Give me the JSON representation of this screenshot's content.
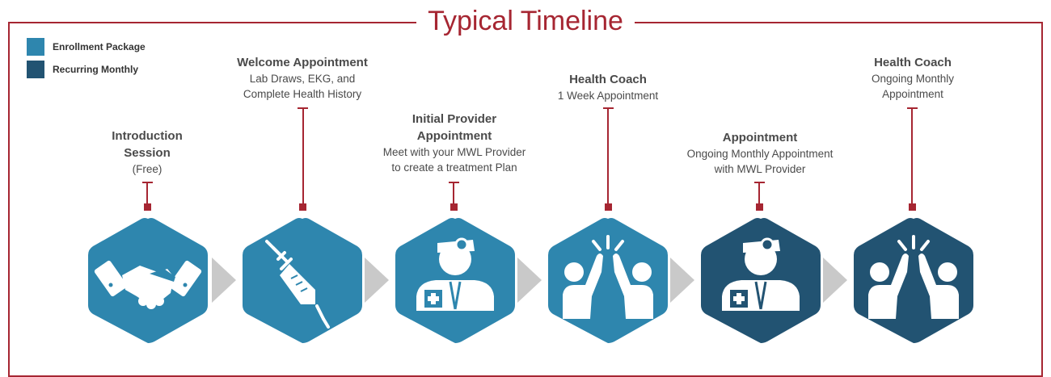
{
  "title": "Typical Timeline",
  "legend": [
    {
      "label": "Enrollment Package",
      "color": "#2e86ae"
    },
    {
      "label": "Recurring Monthly",
      "color": "#225372"
    }
  ],
  "colors": {
    "accent": "#a62632",
    "enrollment": "#2e86ae",
    "recurring": "#225372",
    "arrow": "#c9c9c9"
  },
  "steps": [
    {
      "title_lines": [
        "Introduction",
        "Session"
      ],
      "desc_lines": [
        "(Free)"
      ],
      "icon": "handshake-icon",
      "group": "enrollment"
    },
    {
      "title_lines": [
        "Welcome Appointment"
      ],
      "desc_lines": [
        "Lab Draws, EKG, and",
        "Complete Health History"
      ],
      "icon": "syringe-icon",
      "group": "enrollment"
    },
    {
      "title_lines": [
        "Initial Provider",
        "Appointment"
      ],
      "desc_lines": [
        "Meet with your MWL Provider",
        "to create a treatment Plan"
      ],
      "icon": "doctor-icon",
      "group": "enrollment"
    },
    {
      "title_lines": [
        "Health Coach"
      ],
      "desc_lines": [
        "1 Week Appointment"
      ],
      "icon": "high-five-icon",
      "group": "enrollment"
    },
    {
      "title_lines": [
        "Appointment"
      ],
      "desc_lines": [
        "Ongoing Monthly Appointment",
        "with MWL Provider"
      ],
      "icon": "doctor-icon",
      "group": "recurring"
    },
    {
      "title_lines": [
        "Health Coach"
      ],
      "desc_lines": [
        "Ongoing Monthly",
        "Appointment"
      ],
      "icon": "high-five-icon",
      "group": "recurring"
    }
  ]
}
